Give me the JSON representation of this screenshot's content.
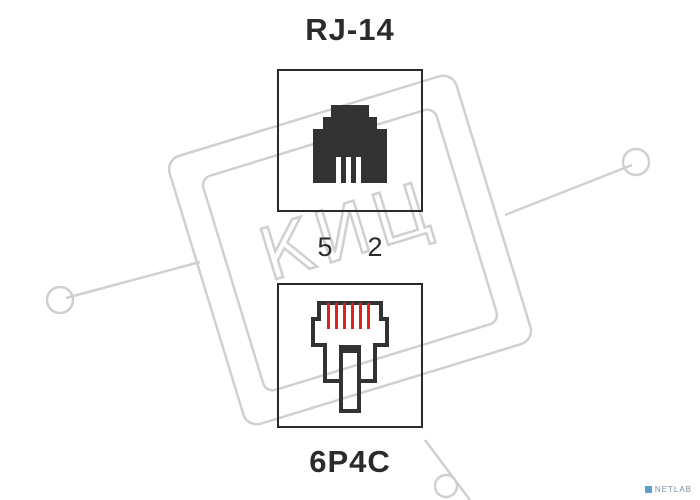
{
  "diagram": {
    "title": "RJ-14",
    "bottom_label": "6P4C",
    "pin_left": "5",
    "pin_right": "2",
    "watermark_text": "КИЦ",
    "logo_text": "NETLAB",
    "colors": {
      "ink": "#2b2b2b",
      "watermark": "#c8c8c8",
      "contacts": "#e02020"
    },
    "socket_icon": "rj-socket-icon",
    "plug_icon": "rj-plug-icon"
  }
}
